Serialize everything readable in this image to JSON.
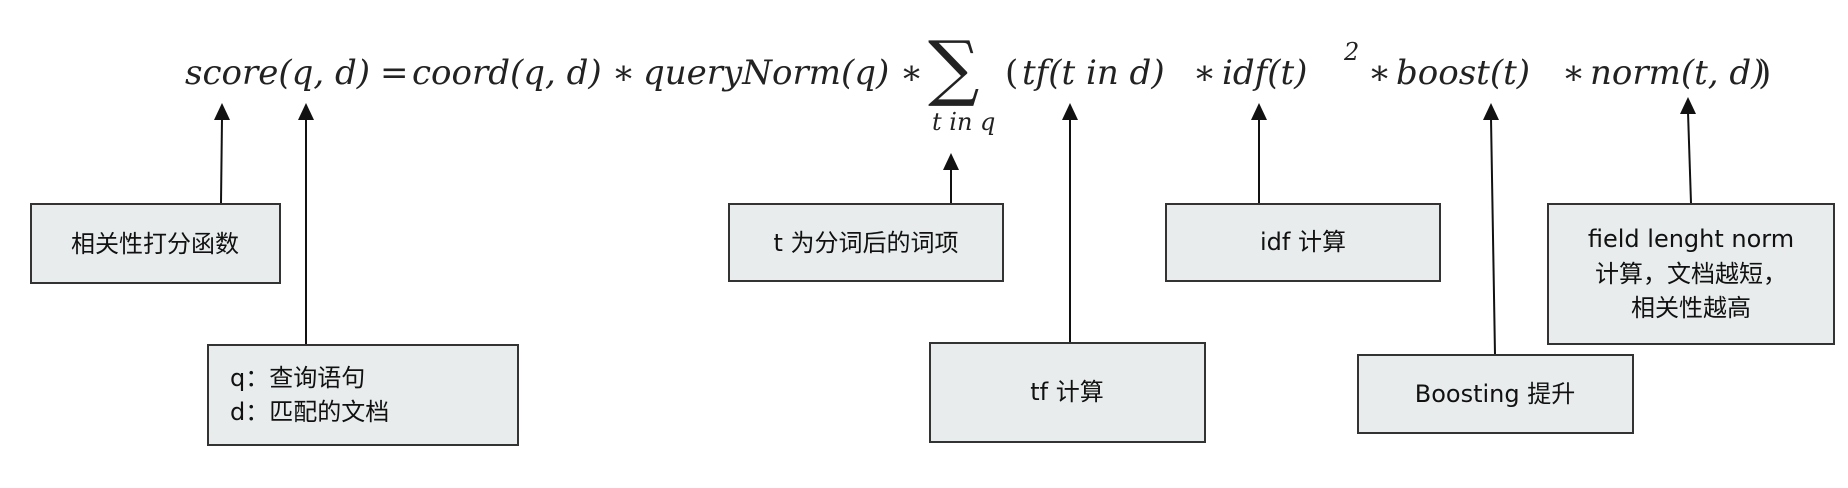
{
  "formula": {
    "lhs": "score(q, d)",
    "equals": "=",
    "coord": "coord(q, d)",
    "star": "∗",
    "querynorm": "queryNorm(q)",
    "sigma": "∑",
    "sum_under": "t in q",
    "paren_open": "(",
    "tf": "tf(t in d)",
    "idf": "idf(t)",
    "idf_exp": "2",
    "boost": "boost(t)",
    "norm": "norm(t, d)",
    "paren_close": ")"
  },
  "boxes": {
    "scoring_function": "相关性打分函数",
    "query_doc": [
      "q：查询语句",
      "d：匹配的文档"
    ],
    "term": "t 为分词后的词项",
    "tf": "tf 计算",
    "idf": "idf 计算",
    "boosting": "Boosting 提升",
    "field_norm": [
      "field lenght norm",
      "计算，文档越短，",
      "相关性越高"
    ]
  },
  "colors": {
    "box_fill": "#e8ecec",
    "box_border": "#333333",
    "arrow": "#111111"
  }
}
